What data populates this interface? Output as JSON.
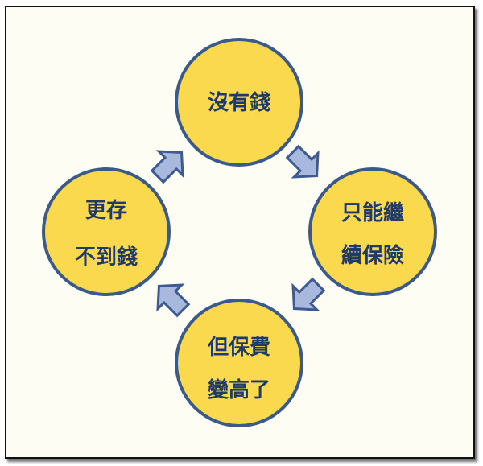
{
  "diagram": {
    "nodes": [
      {
        "id": "top",
        "lines": [
          "沒有錢"
        ]
      },
      {
        "id": "right",
        "lines": [
          "只能繼",
          "續保險"
        ]
      },
      {
        "id": "bottom",
        "lines": [
          "但保費",
          "變高了"
        ]
      },
      {
        "id": "left",
        "lines": [
          "更存",
          "不到錢"
        ]
      }
    ],
    "colors": {
      "circle_fill": "#fad94e",
      "circle_stroke": "#3a5a8c",
      "text": "#1f3a68",
      "arrow_fill": "#a9b9dd",
      "arrow_stroke": "#3d5a92",
      "background": "#fdfdf4",
      "border": "#111111"
    }
  }
}
